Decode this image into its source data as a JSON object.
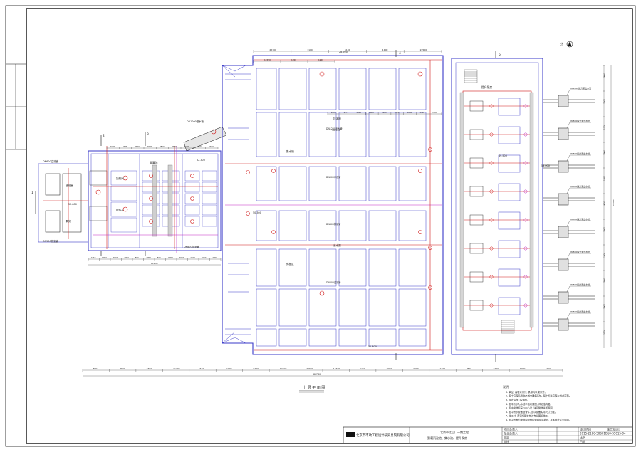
{
  "title_block": {
    "company": "北京市市政工程设计研究总院有限公司",
    "project": "北京市红山厂一期工程",
    "drawing_name": "絮凝沉淀池、集水池、提升泵房",
    "rows": [
      {
        "label": "项目负责人",
        "value": ""
      },
      {
        "label": "专业负责人",
        "value": ""
      },
      {
        "label": "审定",
        "value": ""
      },
      {
        "label": "审核",
        "value": ""
      }
    ],
    "stage_label": "设计阶段",
    "stage_value": "施工图设计",
    "drawing_no": "2015-2186-S0601B10-SS015-04",
    "scale_label": "比例",
    "date_label": "日期"
  },
  "plan_title": "上 层 平 面 图",
  "north_mark": "北",
  "notes": {
    "heading": "说明:",
    "items": [
      "1. 单位: 高程以米计, 其余均以毫米计。",
      "2. 图中高程采用北京城市建筑系统, 图中所注高程为相对高程。",
      "3. 设计高程: 52.8m。",
      "4. 图中所示为水池平面布置图, 详见结构图。",
      "5. 图中管道标高以中心计, 详见管道纵断面图。",
      "6. 图中所示设备及管件, 应以设备实际尺寸为准。",
      "7. 施工时, 须密切配合有关专业图纸施工。",
      "8. 图中所有的管道和设备均需做防腐处理, 具体做法详见说明。"
    ]
  },
  "dimensions": {
    "bottom_overall": [
      "800",
      "3500",
      "2300",
      "21400",
      "570",
      "1000",
      "6400",
      "12400",
      "20500",
      "13400",
      "5150",
      "2000",
      "2000",
      "1700",
      "750",
      "4400",
      "1700",
      "200"
    ],
    "bottom_total": "86760",
    "left_section": [
      "2450",
      "5000",
      "7000",
      "2900",
      "800",
      "2950",
      "500",
      "8000",
      "7000",
      "2500",
      "7000",
      "7000"
    ],
    "left_total": "21250",
    "top_right": [
      "22100",
      "1100",
      "1100",
      "1100",
      "22500"
    ],
    "top_left": [
      "12450",
      "1200",
      "1200"
    ],
    "right_side": [
      "7400",
      "3500",
      "1300",
      "3900",
      "1950",
      "1400",
      "3600",
      "2600",
      "7600",
      "3900",
      "3500"
    ],
    "right_total": "64400",
    "grid_row_mid": [
      "2000",
      "2775",
      "2800",
      "2800",
      "2800",
      "2800",
      "2600",
      "1500",
      "1500"
    ]
  },
  "elevations": [
    "28.500",
    "52.500",
    "52.800",
    "51.800",
    "52.300",
    "50.300",
    "49.500",
    "53.000"
  ],
  "section_marks": [
    "1",
    "2",
    "3",
    "4",
    "5"
  ],
  "labels": {
    "left_building": "絮凝池",
    "left_rooms": [
      "加药间",
      "配水井",
      "值班室",
      "泵房"
    ],
    "settling": [
      "集水槽",
      "斜板区",
      "排泥槽",
      "出水渠"
    ],
    "right_building": "提升泵房",
    "pipes": [
      "DN1200出水管",
      "DN1000进水管",
      "DN800排泥管",
      "DN600溢流管",
      "DN500放空管",
      "DN300冲洗管"
    ],
    "right_pipes": [
      "DN1000提升泵出水管",
      "DN800提升泵出水管",
      "DN800提升泵出水管",
      "DN800提升泵出水管",
      "DN800提升泵出水管",
      "DN800提升泵出水管",
      "DN800提升泵出水管",
      "DN800提升泵出水管"
    ]
  },
  "colors": {
    "frame": "#111111",
    "wall": "#3a3ac8",
    "pipe_red": "#d01818",
    "pipe_magenta": "#c228c2",
    "dim": "#555555",
    "hatch": "#7a7a7a"
  }
}
